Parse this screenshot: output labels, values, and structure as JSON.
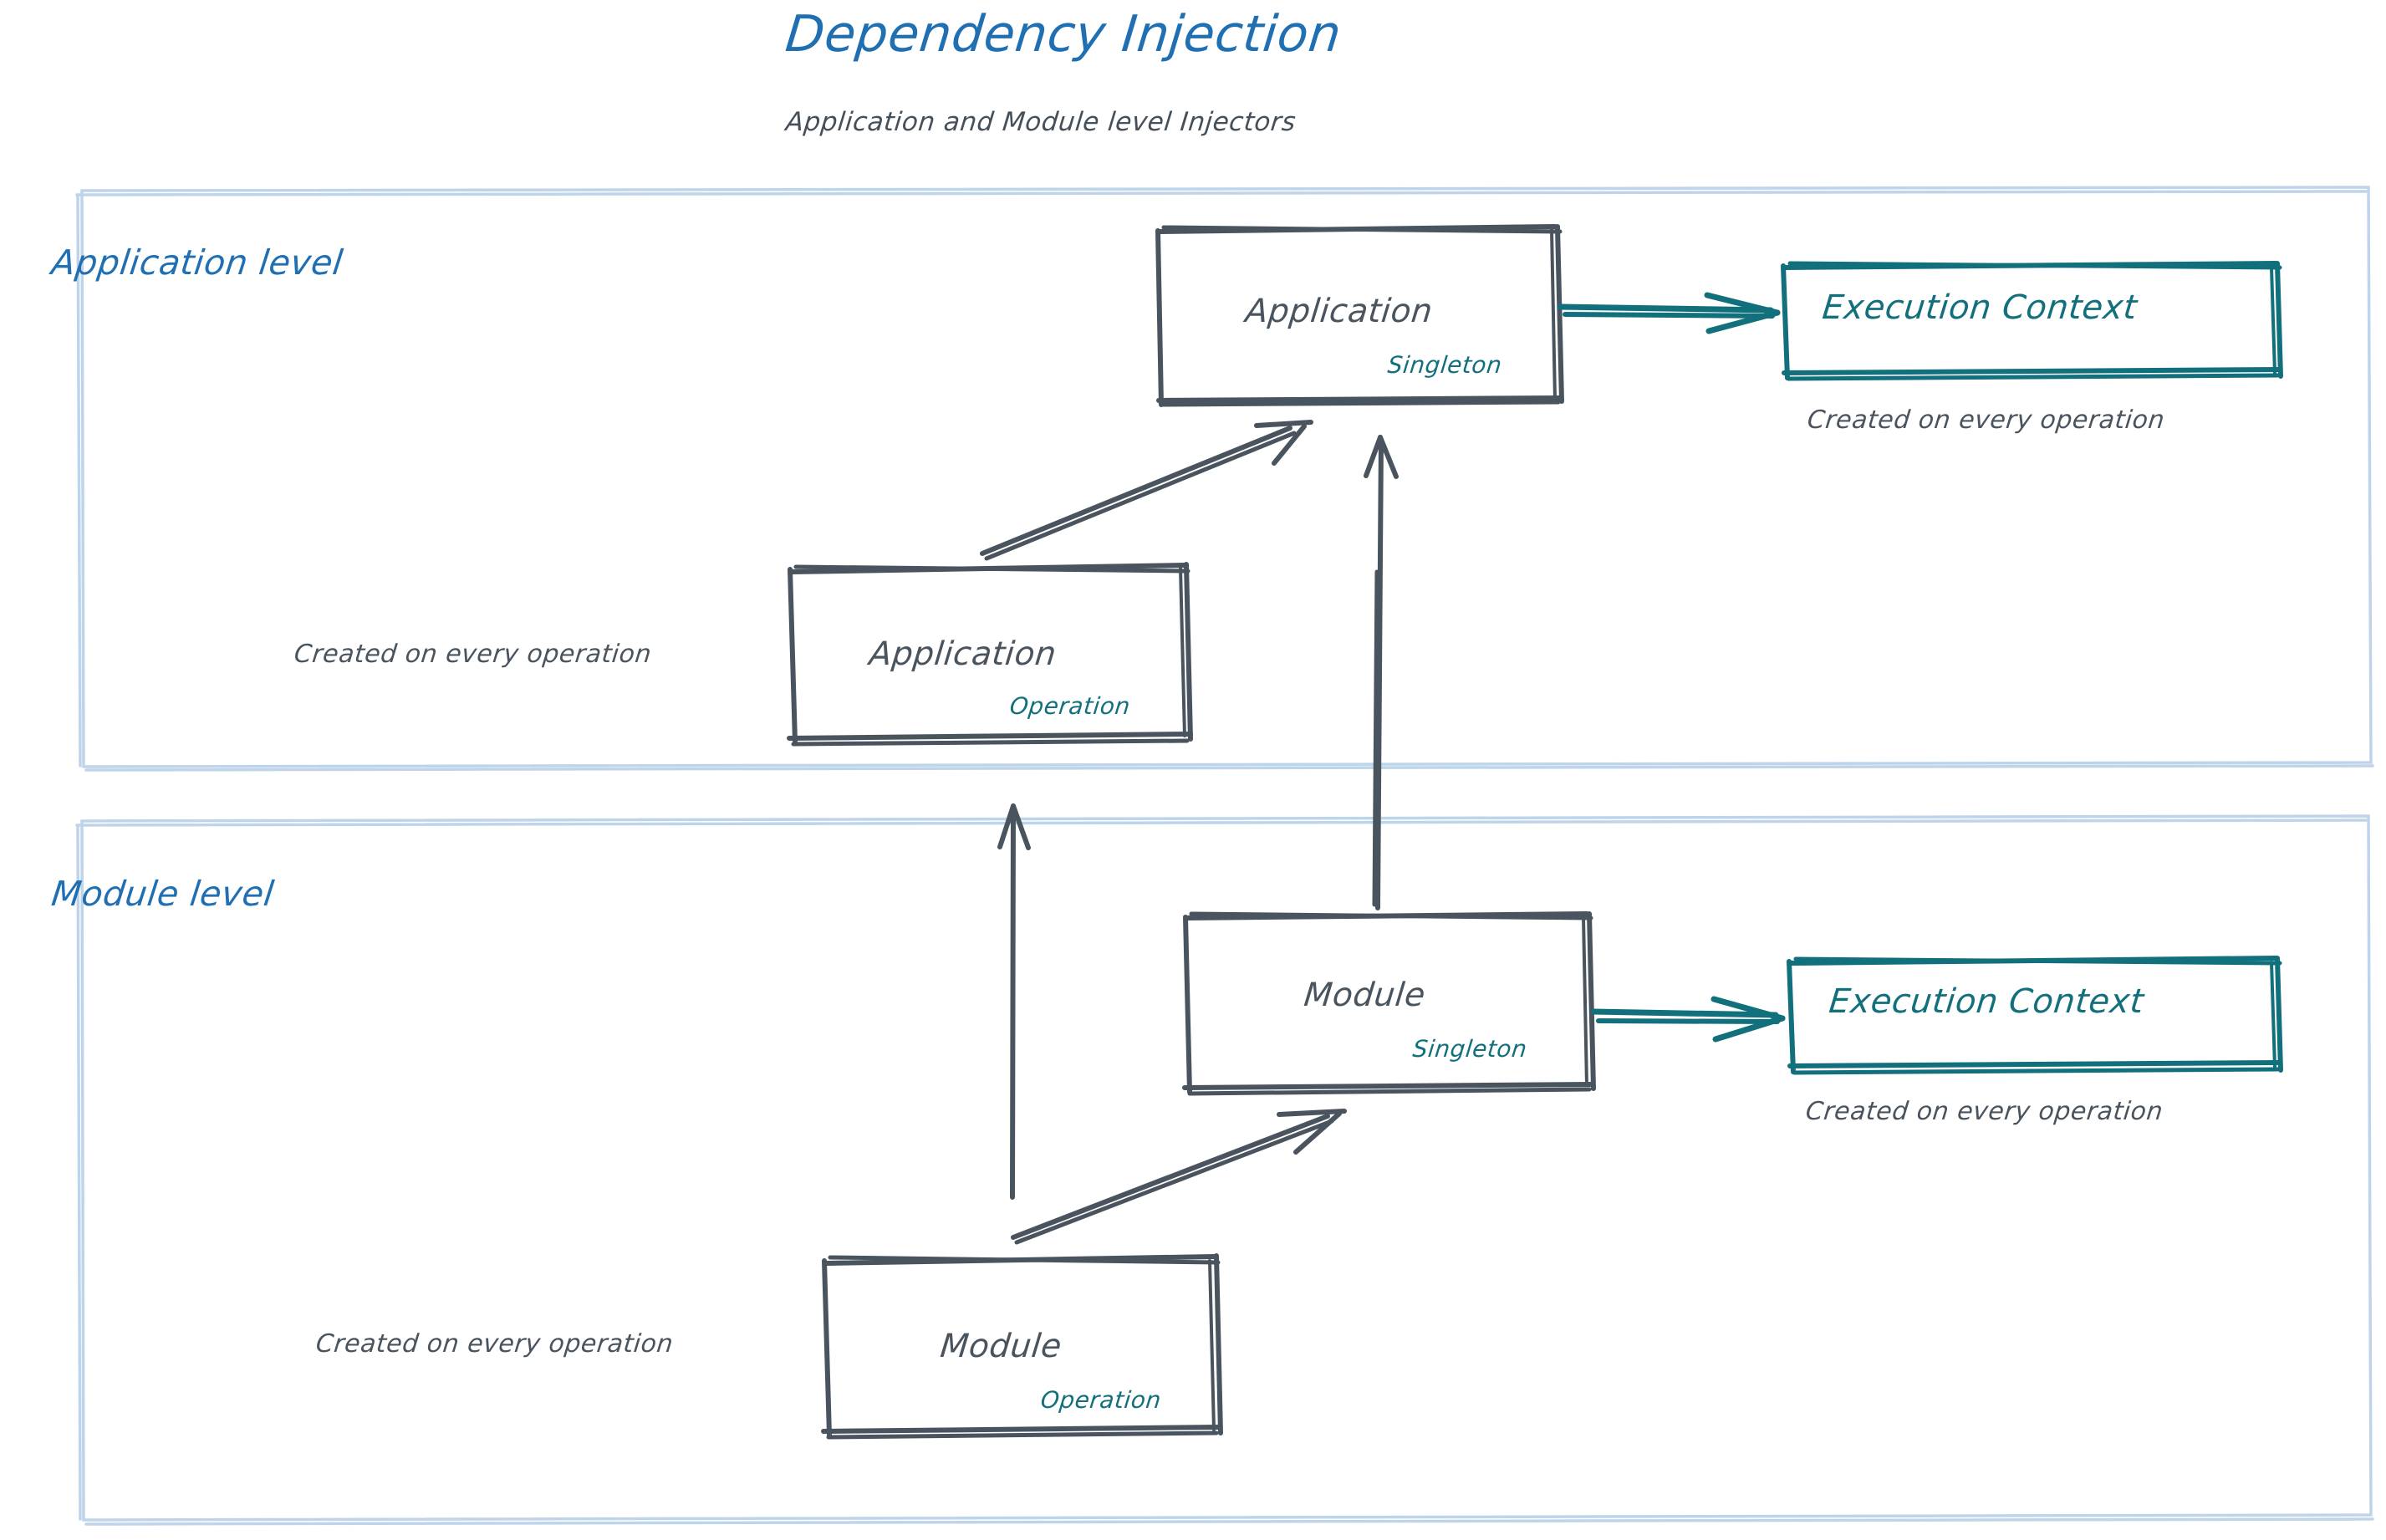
{
  "header": {
    "title": "Dependency Injection",
    "subtitle": "Application and Module level Injectors"
  },
  "colors": {
    "title_blue": "#1f6fb2",
    "section_border_blue": "#bed4ea",
    "node_stroke_gray": "#4a545e",
    "accent_teal": "#12707d",
    "text_gray": "#4a545e",
    "background": "#ffffff"
  },
  "sections": [
    {
      "id": "application-level",
      "label": "Application level",
      "nodes": [
        {
          "id": "application-singleton",
          "title": "Application",
          "scope": "Singleton",
          "style": "gray-box"
        },
        {
          "id": "application-execution-context",
          "title": "Execution Context",
          "style": "teal-box",
          "caption": "Created on every operation"
        },
        {
          "id": "application-operation",
          "title": "Application",
          "scope": "Operation",
          "style": "gray-box",
          "caption": "Created on every operation"
        }
      ]
    },
    {
      "id": "module-level",
      "label": "Module level",
      "nodes": [
        {
          "id": "module-singleton",
          "title": "Module",
          "scope": "Singleton",
          "style": "gray-box"
        },
        {
          "id": "module-execution-context",
          "title": "Execution Context",
          "style": "teal-box",
          "caption": "Created on every operation"
        },
        {
          "id": "module-operation",
          "title": "Module",
          "scope": "Operation",
          "style": "gray-box",
          "caption": "Created on every operation"
        }
      ]
    }
  ],
  "labels": {
    "application_singleton_title": "Application",
    "application_singleton_scope": "Singleton",
    "application_operation_title": "Application",
    "application_operation_scope": "Operation",
    "application_operation_caption": "Created on every operation",
    "application_execution_context_title": "Execution Context",
    "application_execution_context_caption": "Created on every operation",
    "module_singleton_title": "Module",
    "module_singleton_scope": "Singleton",
    "module_operation_title": "Module",
    "module_operation_scope": "Operation",
    "module_operation_caption": "Created on every operation",
    "module_execution_context_title": "Execution Context",
    "module_execution_context_caption": "Created on every operation",
    "application_level": "Application level",
    "module_level": "Module level"
  },
  "edges": [
    {
      "id": "app-operation-to-app-singleton",
      "from": "application-operation",
      "to": "application-singleton",
      "color": "#4a545e"
    },
    {
      "id": "app-singleton-to-app-exec-context",
      "from": "application-singleton",
      "to": "application-execution-context",
      "color": "#12707d"
    },
    {
      "id": "module-singleton-to-app-singleton",
      "from": "module-singleton",
      "to": "application-singleton",
      "color": "#4a545e"
    },
    {
      "id": "module-operation-to-app-operation",
      "from": "module-operation",
      "to": "application-operation",
      "color": "#4a545e"
    },
    {
      "id": "module-operation-to-module-singleton",
      "from": "module-operation",
      "to": "module-singleton",
      "color": "#4a545e"
    },
    {
      "id": "module-singleton-to-module-exec-context",
      "from": "module-singleton",
      "to": "module-execution-context",
      "color": "#12707d"
    }
  ]
}
